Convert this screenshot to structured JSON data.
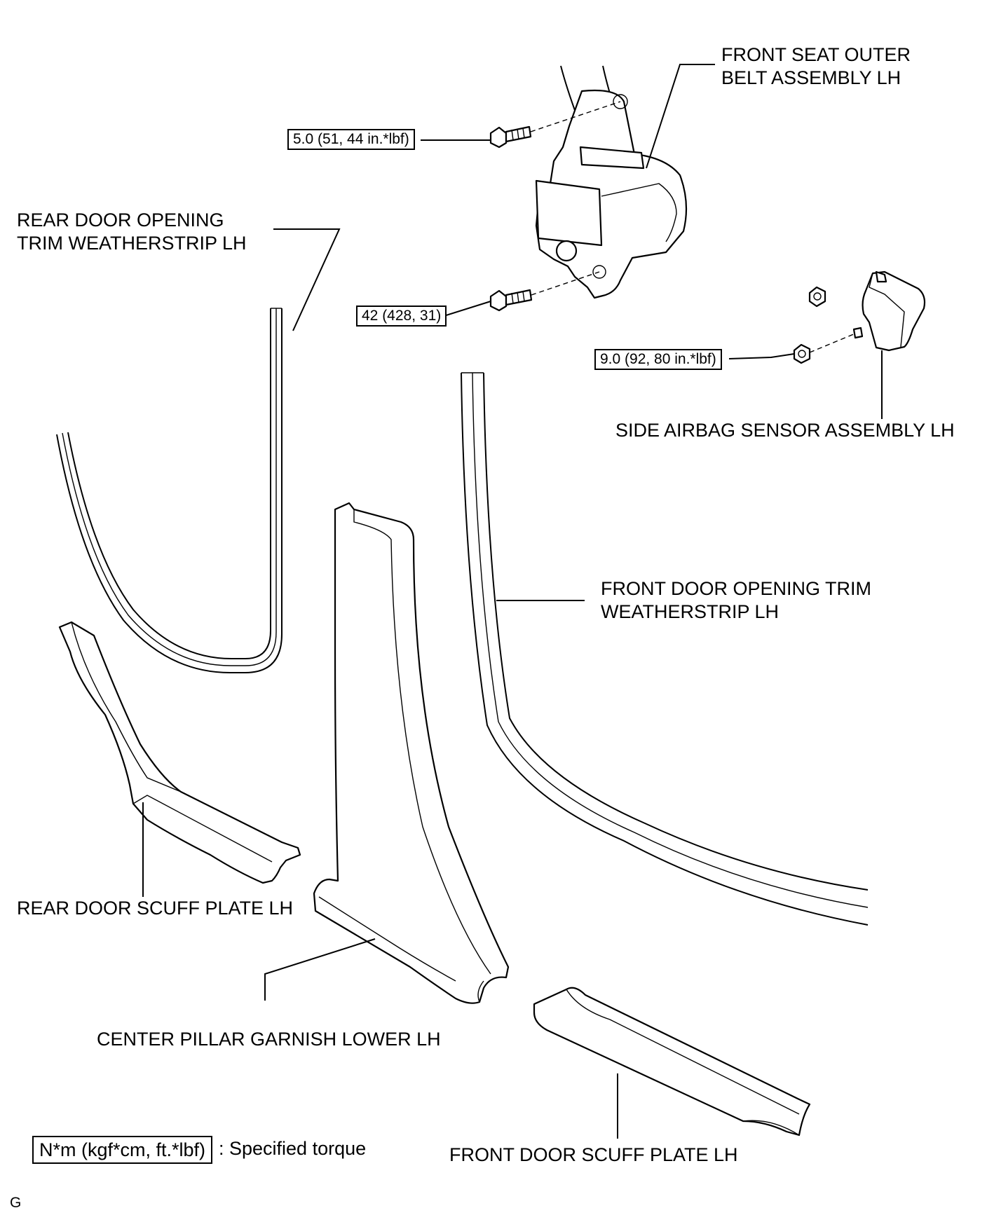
{
  "labels": {
    "front_seat_belt_line1": "FRONT SEAT OUTER",
    "front_seat_belt_line2": "BELT ASSEMBLY LH",
    "rear_door_weatherstrip_line1": "REAR DOOR OPENING",
    "rear_door_weatherstrip_line2": "TRIM WEATHERSTRIP LH",
    "side_airbag_sensor": "SIDE AIRBAG SENSOR ASSEMBLY LH",
    "front_door_weatherstrip_line1": "FRONT DOOR OPENING TRIM",
    "front_door_weatherstrip_line2": "WEATHERSTRIP LH",
    "rear_door_scuff_plate": "REAR DOOR SCUFF PLATE LH",
    "center_pillar_garnish": "CENTER PILLAR GARNISH LOWER LH",
    "front_door_scuff_plate": "FRONT DOOR SCUFF PLATE LH"
  },
  "torques": {
    "upper_belt_bolt": "5.0 (51, 44 in.*lbf)",
    "lower_belt_bolt": "42 (428, 31)",
    "airbag_sensor_nut": "9.0 (92, 80 in.*lbf)"
  },
  "legend": {
    "unit_box": "N*m (kgf*cm, ft.*lbf)",
    "description": ": Specified torque"
  },
  "figure_code": "G"
}
